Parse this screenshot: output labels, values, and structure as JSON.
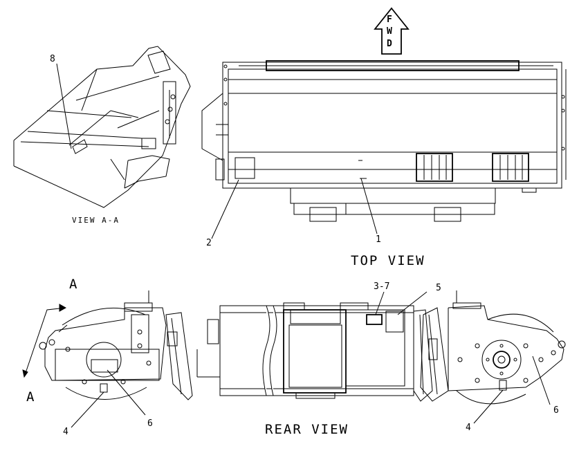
{
  "direction_arrow": {
    "letters": [
      "F",
      "W",
      "D"
    ]
  },
  "views": {
    "top": "TOP VIEW",
    "rear": "REAR VIEW",
    "view_aa": "VIEW A-A"
  },
  "section_markers": {
    "top": "A",
    "bottom": "A"
  },
  "callouts": [
    {
      "id": "c8",
      "text": "8"
    },
    {
      "id": "c2",
      "text": "2"
    },
    {
      "id": "c1",
      "text": "1"
    },
    {
      "id": "c3_7",
      "text": "3-7"
    },
    {
      "id": "c5",
      "text": "5"
    },
    {
      "id": "c4_left",
      "text": "4"
    },
    {
      "id": "c6_left",
      "text": "6"
    },
    {
      "id": "c4_right",
      "text": "4"
    },
    {
      "id": "c6_right",
      "text": "6"
    }
  ]
}
